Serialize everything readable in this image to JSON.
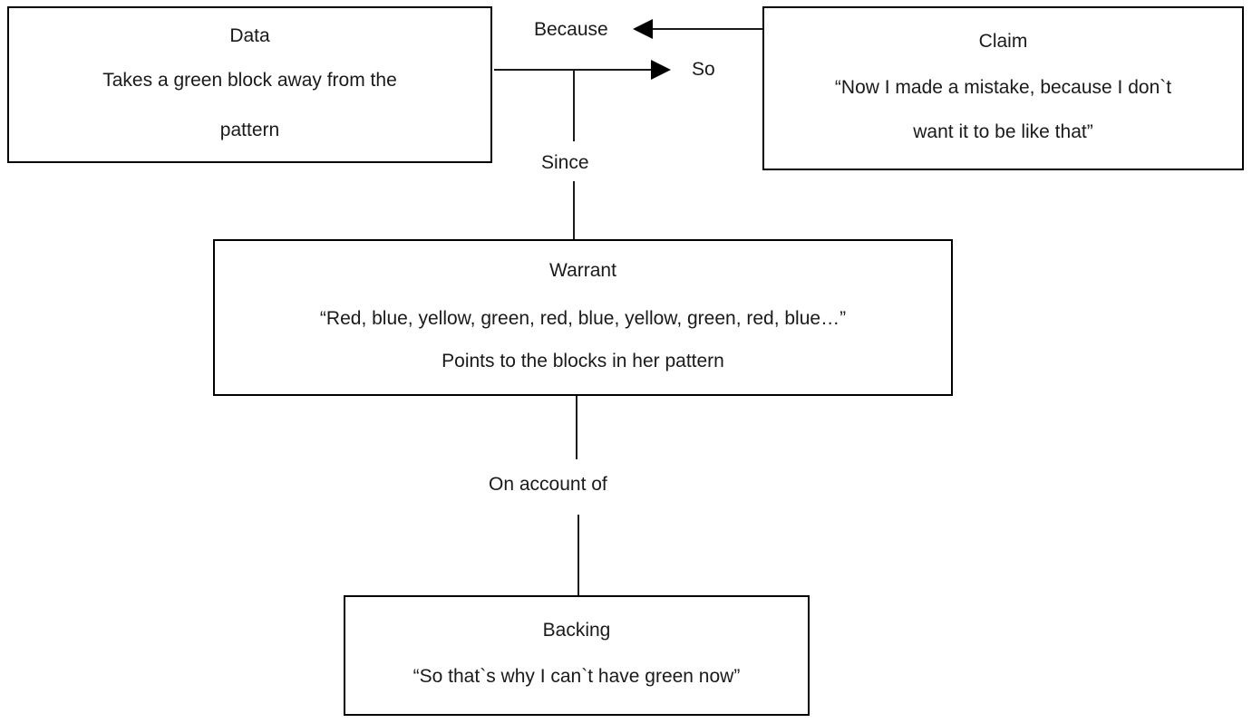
{
  "diagram": {
    "type": "toulmin-argument-model",
    "nodes": [
      {
        "id": "data",
        "title": "Data",
        "lines": [
          "Takes a green block away from the",
          "pattern"
        ]
      },
      {
        "id": "claim",
        "title": "Claim",
        "lines": [
          "“Now I made a mistake, because I don`t",
          "want it to be like that”"
        ]
      },
      {
        "id": "warrant",
        "title": "Warrant",
        "lines": [
          "“Red, blue, yellow, green, red, blue, yellow, green, red, blue…”",
          "Points to the blocks in her pattern"
        ]
      },
      {
        "id": "backing",
        "title": "Backing",
        "lines": [
          "“So that`s why I can`t have green now”"
        ]
      }
    ],
    "connectors": [
      {
        "id": "because",
        "label": "Because",
        "from": "claim",
        "to": "data",
        "direction": "left"
      },
      {
        "id": "so",
        "label": "So",
        "from": "data",
        "to": "claim",
        "direction": "right"
      },
      {
        "id": "since",
        "label": "Since",
        "from": "so",
        "to": "warrant",
        "direction": "none"
      },
      {
        "id": "on-account-of",
        "label": "On account of",
        "from": "warrant",
        "to": "backing",
        "direction": "none"
      }
    ],
    "colors": {
      "background": "#ffffff",
      "stroke": "#000000",
      "text": "#1a1a1a"
    }
  }
}
